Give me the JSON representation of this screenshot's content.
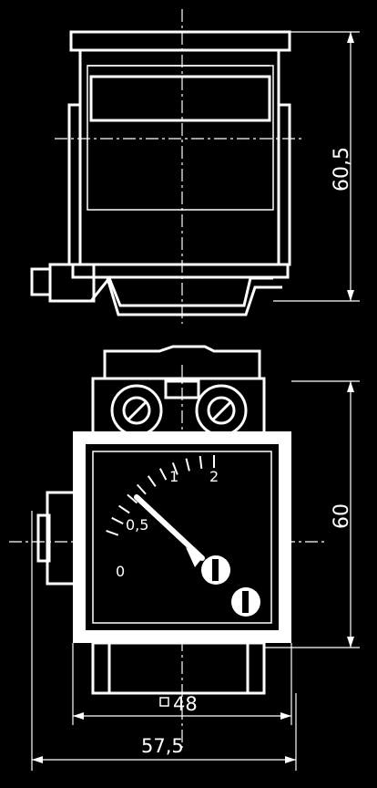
{
  "dimensions": {
    "height_top": "60,5",
    "height_front": "60",
    "front_frame": "48",
    "overall_width": "57,5"
  },
  "dial": {
    "scale_labels": [
      "0",
      "0,5",
      "1",
      "2"
    ]
  },
  "colors": {
    "background": "#000000",
    "lines": "#ffffff"
  }
}
